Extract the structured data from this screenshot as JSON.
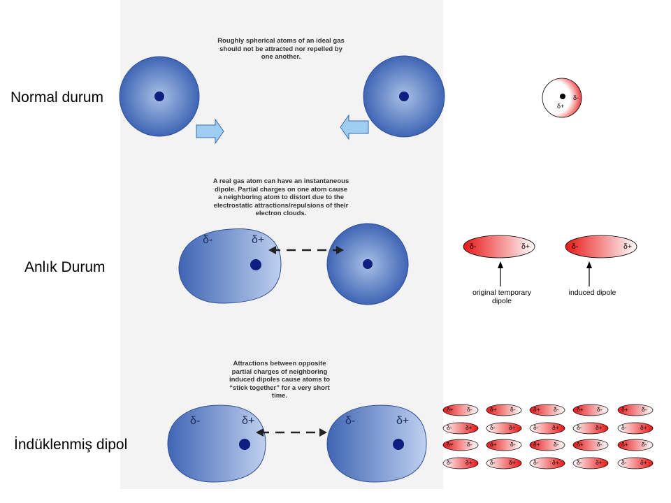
{
  "labels": {
    "normal": "Normal durum",
    "anlik": "Anlık Durum",
    "induced": "İndüklenmiş dipol"
  },
  "captions": {
    "ideal": "Roughly spherical atoms of an ideal gas\nshould not be attracted nor repelled by\none another.",
    "real": "A real gas atom can have an instantaneous\ndipole. Partial charges on one atom cause\na neighboring atom to distort due to the\nelectrostatic attractions/repulsions of their\nelectron clouds.",
    "attract": "Attractions between opposite\npartial charges of neighboring\ninduced dipoles cause atoms to\n“stick together” for a very short\ntime."
  },
  "charges": {
    "minus": "δ-",
    "plus": "δ+"
  },
  "small_labels": {
    "original": "original temporary\ndipole",
    "induced": "induced dipole"
  },
  "colors": {
    "blue_dark": "#3f65b4",
    "blue_light": "#a9c0e6",
    "nucleus": "#0d1f80",
    "arrow_fill": "#9fcdf2",
    "red": "#ec2020"
  }
}
